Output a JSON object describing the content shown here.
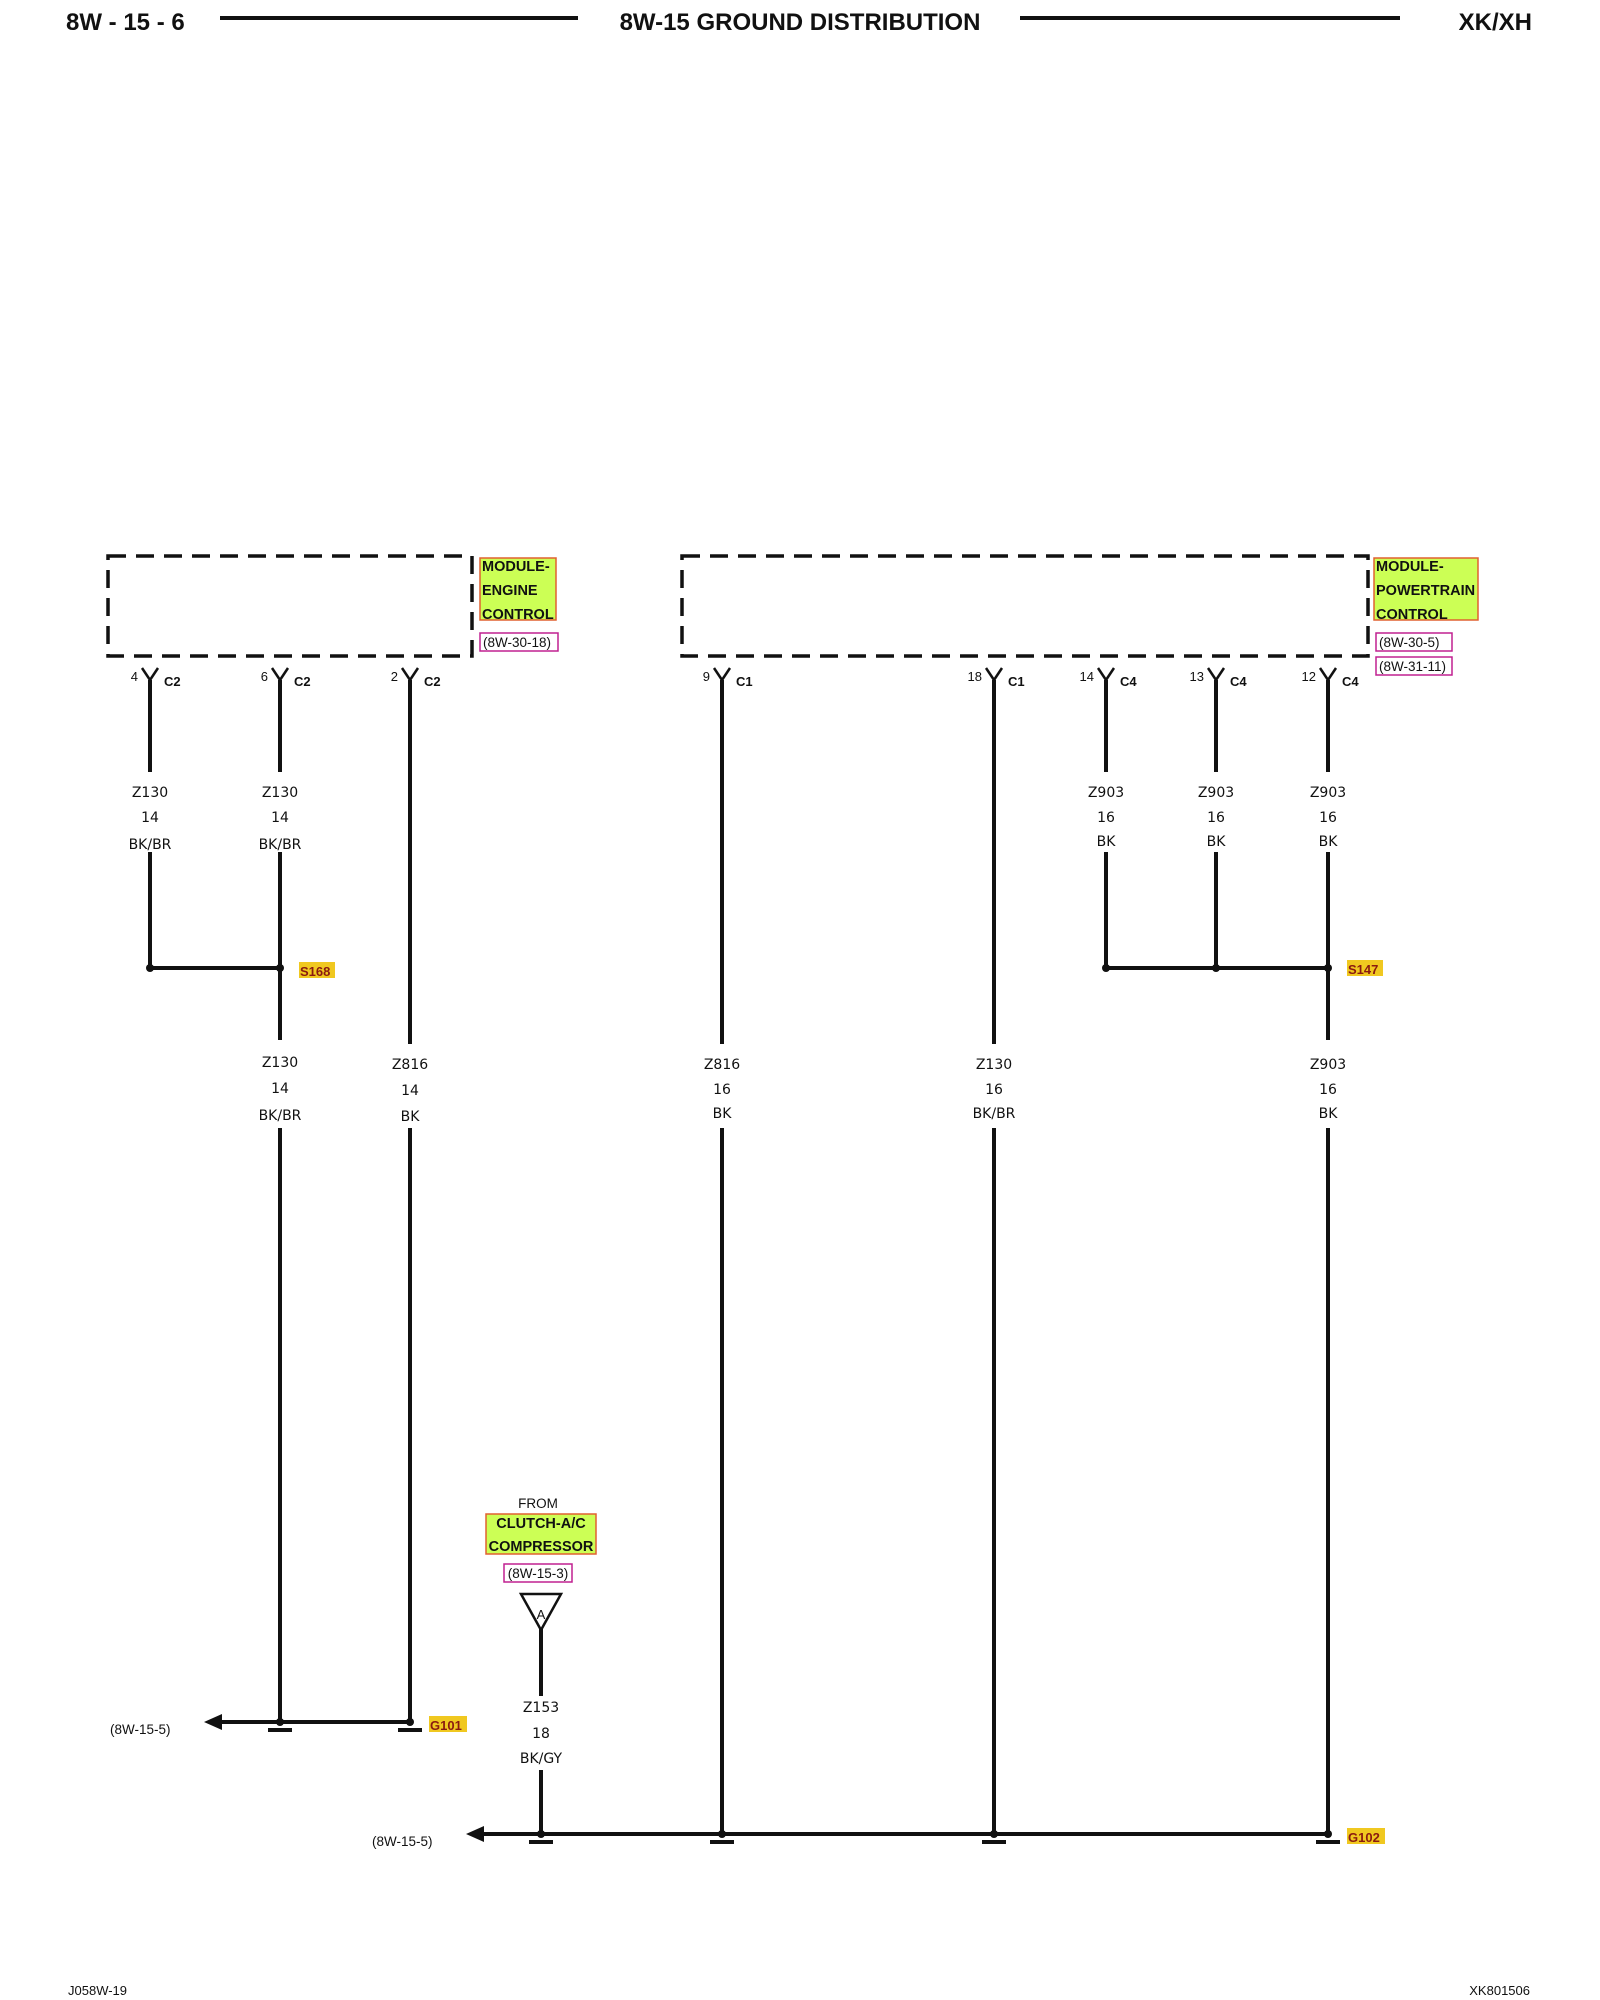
{
  "header": {
    "page_number": "8W - 15 - 6",
    "title": "8W-15 GROUND DISTRIBUTION",
    "model": "XK/XH"
  },
  "footer": {
    "left_code": "J058W-19",
    "right_code": "XK801506"
  },
  "colors": {
    "component_fill": "#ccff55",
    "component_border": "#e06030",
    "ref_border": "#c02090",
    "splice_fill": "#f0c820",
    "ink": "#111111"
  },
  "modules": {
    "ecm": {
      "name_lines": [
        "MODULE-",
        "ENGINE",
        "CONTROL"
      ],
      "refs": [
        "(8W-30-18)"
      ]
    },
    "pcm": {
      "name_lines": [
        "MODULE-",
        "POWERTRAIN",
        "CONTROL"
      ],
      "refs": [
        "(8W-30-5)",
        "(8W-31-11)"
      ]
    }
  },
  "pins": [
    {
      "pin": "4",
      "connector": "C2"
    },
    {
      "pin": "6",
      "connector": "C2"
    },
    {
      "pin": "2",
      "connector": "C2"
    },
    {
      "pin": "9",
      "connector": "C1"
    },
    {
      "pin": "18",
      "connector": "C1"
    },
    {
      "pin": "14",
      "connector": "C4"
    },
    {
      "pin": "13",
      "connector": "C4"
    },
    {
      "pin": "12",
      "connector": "C4"
    }
  ],
  "upper_wires": [
    {
      "circuit": "Z130",
      "gauge": "14",
      "color": "BK/BR"
    },
    {
      "circuit": "Z130",
      "gauge": "14",
      "color": "BK/BR"
    },
    {
      "circuit": "Z903",
      "gauge": "16",
      "color": "BK"
    },
    {
      "circuit": "Z903",
      "gauge": "16",
      "color": "BK"
    },
    {
      "circuit": "Z903",
      "gauge": "16",
      "color": "BK"
    }
  ],
  "lower_wires": [
    {
      "circuit": "Z130",
      "gauge": "14",
      "color": "BK/BR"
    },
    {
      "circuit": "Z816",
      "gauge": "14",
      "color": "BK"
    },
    {
      "circuit": "Z816",
      "gauge": "16",
      "color": "BK"
    },
    {
      "circuit": "Z130",
      "gauge": "16",
      "color": "BK/BR"
    },
    {
      "circuit": "Z903",
      "gauge": "16",
      "color": "BK"
    }
  ],
  "splices": {
    "s168": "S168",
    "s147": "S147",
    "g101": "G101",
    "g102": "G102"
  },
  "source": {
    "from": "FROM",
    "name_lines": [
      "CLUTCH-A/C",
      "COMPRESSOR"
    ],
    "ref": "(8W-15-3)",
    "connector_letter": "A",
    "wire": {
      "circuit": "Z153",
      "gauge": "18",
      "color": "BK/GY"
    }
  },
  "continuations": {
    "g101_from": "(8W-15-5)",
    "g102_from": "(8W-15-5)"
  }
}
